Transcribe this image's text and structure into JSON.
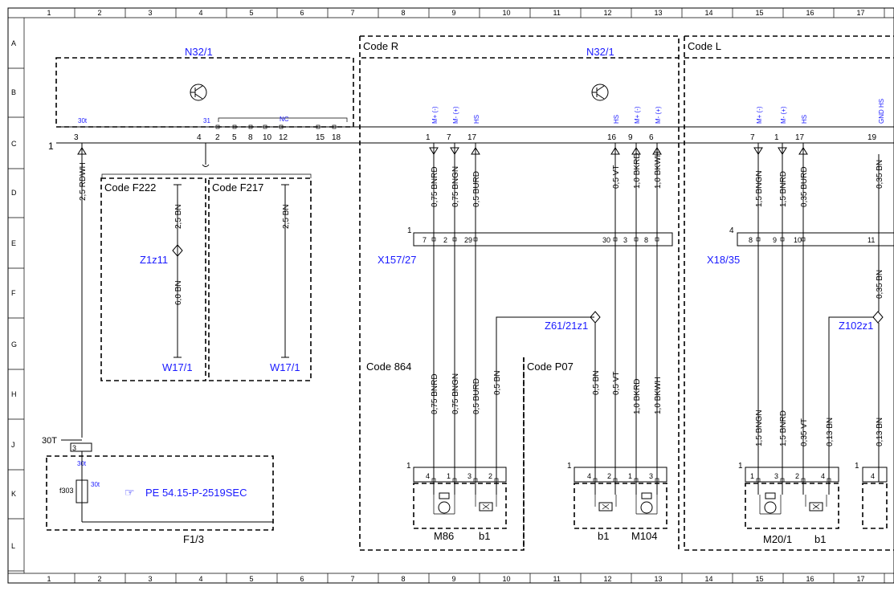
{
  "grid": {
    "columns": [
      "1",
      "2",
      "3",
      "4",
      "5",
      "6",
      "7",
      "8",
      "9",
      "10",
      "11",
      "12",
      "13",
      "14",
      "15",
      "16",
      "17"
    ],
    "rows": [
      "A",
      "B",
      "C",
      "D",
      "E",
      "F",
      "G",
      "H",
      "J",
      "K",
      "L"
    ]
  },
  "modules": {
    "n32_left": "N32/1",
    "n32_right": "N32/1",
    "code_r": "Code R",
    "code_l": "Code L",
    "connector_1": "1"
  },
  "n32_pins": {
    "pin3": "3",
    "pin3_sig": "30t",
    "pin4": "4",
    "pin4_sig": "31",
    "nc": "NC",
    "nc_pins": [
      "2",
      "5",
      "8",
      "10",
      "12",
      "15",
      "18"
    ],
    "r_pins": [
      "1",
      "7",
      "17"
    ],
    "r_sigs": [
      "M+ (-)",
      "M- (+)",
      "HS"
    ],
    "r2_pins": [
      "16",
      "9",
      "6"
    ],
    "r2_sigs": [
      "HS",
      "M+ (-)",
      "M- (+)"
    ],
    "l_pins": [
      "7",
      "1",
      "17"
    ],
    "l_sigs": [
      "M+ (-)",
      "M- (+)",
      "HS"
    ],
    "l2_pin": "19",
    "l2_sig": "GND HS"
  },
  "wires": {
    "w_rdwh": "2,5 RDWH",
    "w_f222_top": "2,5 BN",
    "w_f222_bot": "6,0 BN",
    "w_f217": "2,5 BN",
    "r_top": [
      "0,75 BNRD",
      "0,75 BNGN",
      "0,5 BURD"
    ],
    "r2_top": [
      "0,5 VT",
      "1,0 BKRD",
      "1,0 BKWH"
    ],
    "l_top": [
      "1,5 BNGN",
      "1,5 BNRD",
      "0,35 BURD"
    ],
    "l2_top": "0,35 BN",
    "r_bot": [
      "0,75 BNRD",
      "0,75 BNGN",
      "0,5 BURD",
      "0,5 BN"
    ],
    "r2_bot": [
      "0,5 BN",
      "0,5 VT",
      "1,0 BKRD",
      "1,0 BKWH"
    ],
    "l_bot": [
      "1,5 BNGN",
      "1,5 BNRD",
      "0,35 VT",
      "0,13 BN"
    ],
    "l2_mid": "0,35 BN",
    "l2_bot": "0,13 BN"
  },
  "codes": {
    "f222": "Code F222",
    "f217": "Code F217",
    "c864": "Code 864",
    "p07": "Code P07"
  },
  "components": {
    "z1z11": "Z1z11",
    "w17_a": "W17/1",
    "w17_b": "W17/1",
    "x157": "X157/27",
    "x18": "X18/35",
    "z61": "Z61/21z1",
    "z102": "Z102z1",
    "m86": "M86",
    "b1_a": "b1",
    "b1_b": "b1",
    "m104": "M104",
    "m20": "M20/1",
    "b1_c": "b1",
    "f13": "F1/3",
    "f303": "f303",
    "ref": "PE 54.15-P-2519SEC",
    "t30": "30T",
    "sig30t_a": "30t",
    "sig30t_b": "30t",
    "pin3_j": "3"
  },
  "x157_pins": {
    "left": [
      "7",
      "2",
      "29"
    ],
    "right": [
      "30",
      "3",
      "8"
    ],
    "conn": "1"
  },
  "x18_pins": {
    "left": [
      "8",
      "9",
      "10"
    ],
    "right": "11",
    "conn": "4"
  },
  "comp_pins": {
    "m86": [
      "4",
      "1",
      "3",
      "2"
    ],
    "m104": [
      "4",
      "2",
      "1",
      "3"
    ],
    "m20": [
      "1",
      "3",
      "2",
      "4"
    ],
    "right": "4",
    "c1": "1",
    "c2": "1",
    "c3": "1",
    "c4": "1"
  }
}
